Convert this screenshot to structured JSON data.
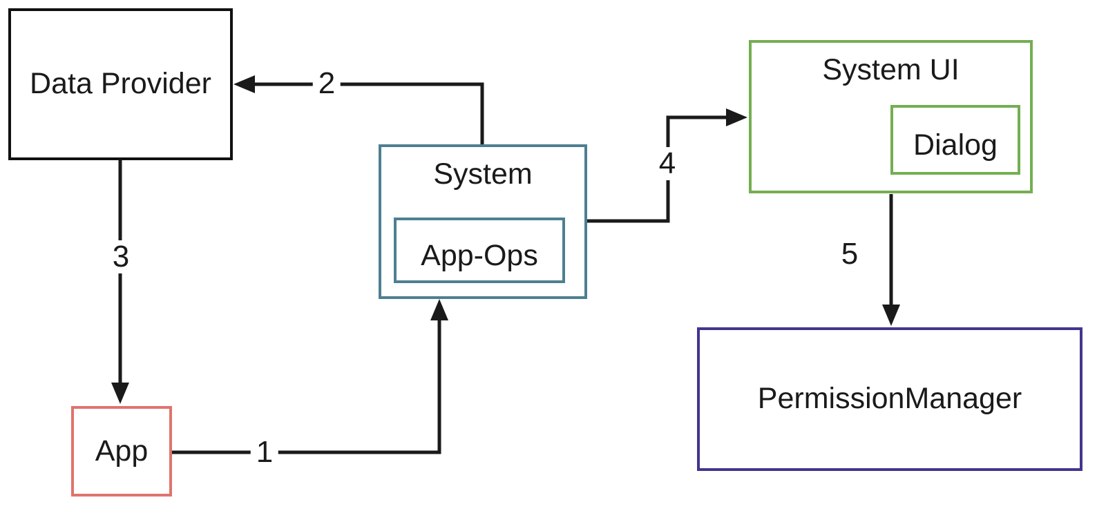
{
  "diagram": {
    "nodes": {
      "data_provider": {
        "label": "Data Provider",
        "border_color": "#111111"
      },
      "system": {
        "label": "System",
        "border_color": "#4d7f91"
      },
      "app_ops": {
        "label": "App-Ops",
        "border_color": "#4d7f91"
      },
      "system_ui": {
        "label": "System UI",
        "border_color": "#74ae52"
      },
      "dialog": {
        "label": "Dialog",
        "border_color": "#74ae52"
      },
      "permission_manager": {
        "label": "PermissionManager",
        "border_color": "#41368c"
      },
      "app": {
        "label": "App",
        "border_color": "#e0736e"
      }
    },
    "edges": [
      {
        "label": "1",
        "from": "App",
        "to": "System"
      },
      {
        "label": "2",
        "from": "System",
        "to": "Data Provider"
      },
      {
        "label": "3",
        "from": "Data Provider",
        "to": "App"
      },
      {
        "label": "4",
        "from": "System",
        "to": "System UI"
      },
      {
        "label": "5",
        "from": "System UI",
        "to": "PermissionManager"
      }
    ],
    "colors": {
      "arrow": "#1a1a1a",
      "text": "#1a1a1a",
      "background": "#ffffff"
    }
  }
}
